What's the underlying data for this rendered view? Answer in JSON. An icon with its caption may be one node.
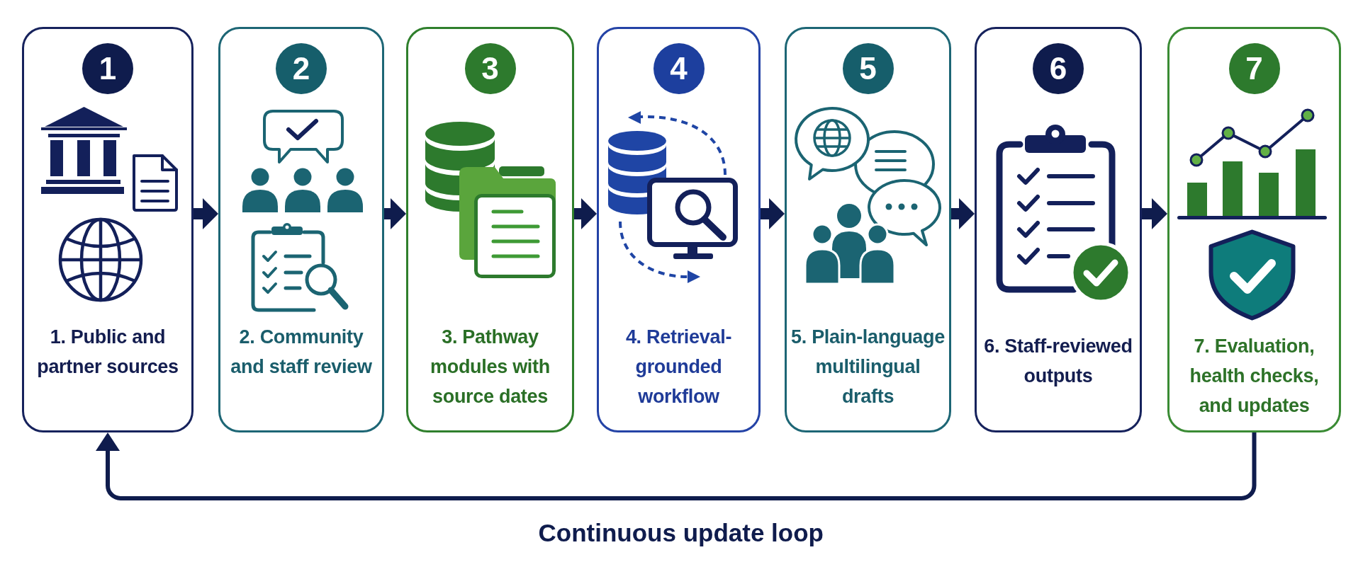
{
  "diagram": {
    "nodes": [
      {
        "text": [
          "1. Public and partner sources"
        ]
      },
      {
        "text": [
          "1"
        ],
        "in": 0
      },
      {
        "text": [
          "2. Community and staff review"
        ]
      },
      {
        "text": [
          "2"
        ],
        "in": 2
      },
      {
        "text": [
          "3. Pathway modules with source dates"
        ]
      },
      {
        "text": [
          "3"
        ],
        "in": 4
      },
      {
        "text": [
          "4. Retrieval-grounded workflow"
        ]
      },
      {
        "text": [
          "4"
        ],
        "in": 6
      },
      {
        "text": [
          "5. Plain-language multilingual drafts"
        ]
      },
      {
        "text": [
          "5"
        ],
        "in": 8
      },
      {
        "text": [
          "6. Staff-reviewed outputs"
        ]
      },
      {
        "text": [
          "6"
        ],
        "in": 10
      },
      {
        "text": [
          "7. Evaluation, health checks, and updates"
        ]
      },
      {
        "text": [
          "7"
        ],
        "in": 12
      }
    ],
    "edges": [
      {
        "from": 0,
        "to": 2,
        "arrow": "to"
      },
      {
        "from": 2,
        "to": 4,
        "arrow": "to"
      },
      {
        "from": 4,
        "to": 6,
        "arrow": "to"
      },
      {
        "from": 6,
        "to": 8,
        "arrow": "to"
      },
      {
        "from": 8,
        "to": 10,
        "arrow": "to"
      },
      {
        "from": 10,
        "to": 12,
        "arrow": "to"
      },
      {
        "from": 12,
        "to": 0,
        "arrow": "to",
        "label": "Continuous update loop"
      }
    ]
  }
}
